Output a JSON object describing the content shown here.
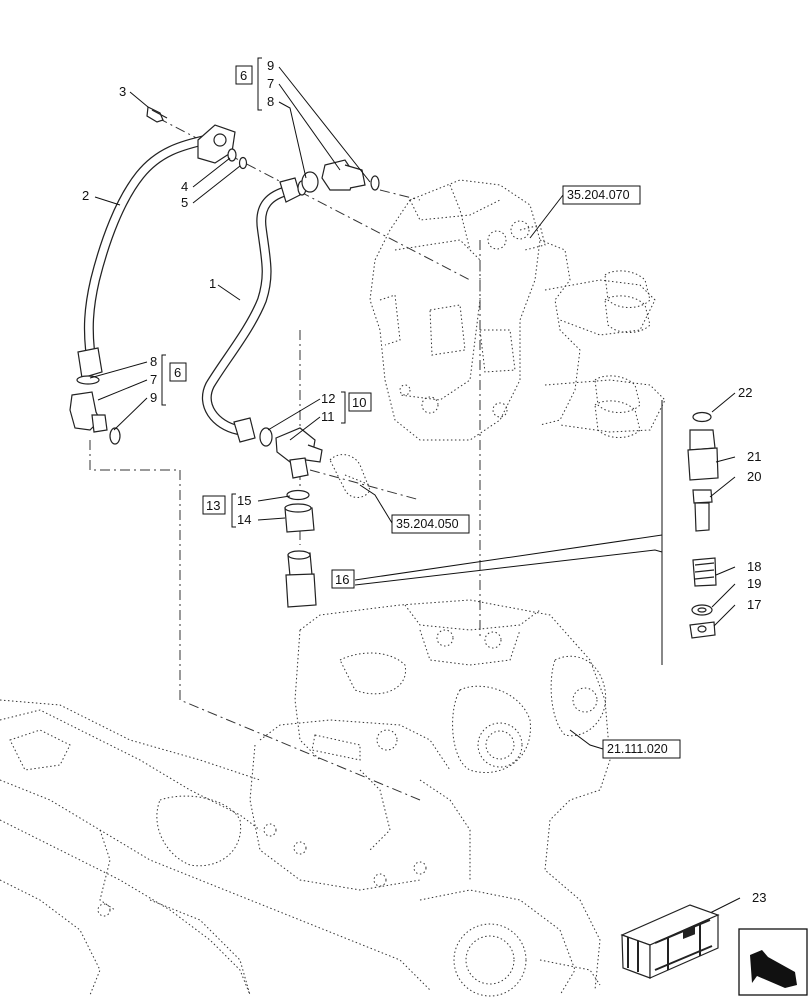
{
  "callouts": {
    "c1": "1",
    "c2": "2",
    "c3": "3",
    "c4": "4",
    "c5": "5",
    "c9a": "9",
    "c7a": "7",
    "c8a": "8",
    "c8b": "8",
    "c7b": "7",
    "c9b": "9",
    "c12": "12",
    "c11": "11",
    "c15": "15",
    "c14": "14",
    "c22": "22",
    "c21": "21",
    "c20": "20",
    "c18": "18",
    "c19": "19",
    "c17": "17",
    "c23": "23"
  },
  "boxed": {
    "b6a": "6",
    "b6b": "6",
    "b10": "10",
    "b13": "13",
    "b16": "16"
  },
  "refs": {
    "r1": "35.204.070",
    "r2": "35.204.050",
    "r3": "21.111.020"
  },
  "icons": {
    "nav": "arrow-icon"
  }
}
